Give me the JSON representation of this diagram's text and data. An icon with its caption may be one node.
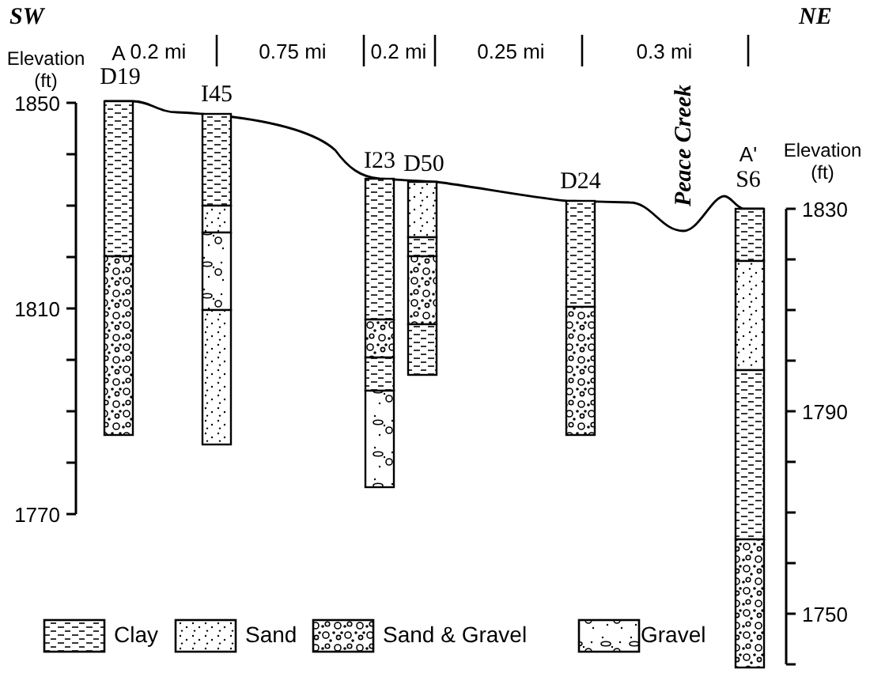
{
  "diagram": {
    "labels": [
      "SW",
      "NE",
      "Elevation (ft)",
      "A",
      "0.2 mi",
      "0.75 mi",
      "0.2 mi",
      "0.25 mi",
      "0.3 mi",
      "D19",
      "I45",
      "Peace Creek",
      "A'",
      "Elevation (ft)",
      "1850",
      "I23",
      "D50",
      "D24",
      "S6",
      "1830",
      "1810",
      "1790",
      "1770",
      "1750"
    ],
    "legend": [
      {
        "text": "Clay"
      },
      {
        "text": "Sand"
      },
      {
        "text": "Sand & Gravel"
      },
      {
        "text": "Gravel"
      }
    ]
  }
}
